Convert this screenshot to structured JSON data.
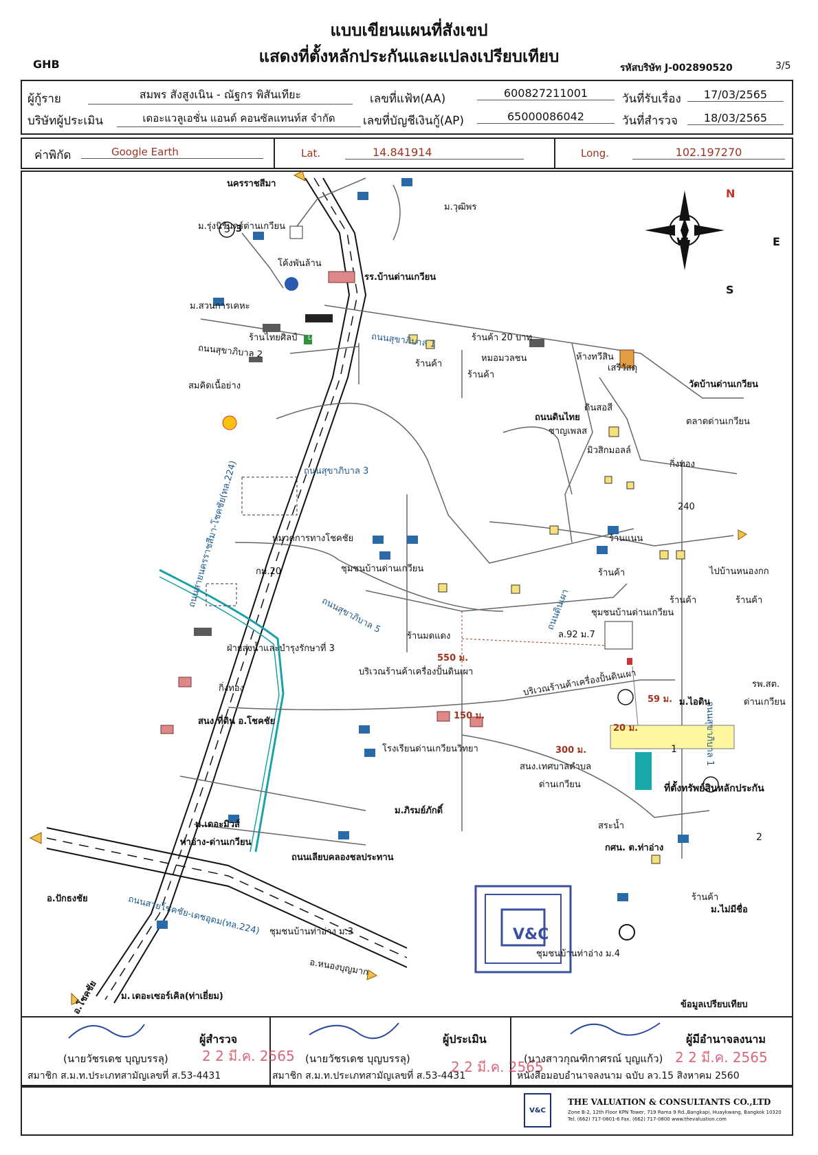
{
  "header": {
    "title_line1": "แบบเขียนแผนที่สังเขป",
    "title_line2": "แสดงที่ตั้งหลักประกันและแปลงเปรียบเทียบ",
    "ghb": "GHB",
    "company_code": "รหัสบริษัท J-002890520",
    "page": "3/5"
  },
  "info": {
    "borrower_label": "ผู้กู้ราย",
    "borrower_value": "สมพร  สังสูงเนิน - ณัฐกร  พิสันเทียะ",
    "file_label": "เลขที่แฟ้ท(AA)",
    "file_value": "600827211001",
    "received_label": "วันที่รับเรื่อง",
    "received_value": "17/03/2565",
    "appraiser_label": "บริษัทผู้ประเมิน",
    "appraiser_value": "เดอะแวลูเอชั่น แอนด์ คอนซัลแทนท์ส จำกัด",
    "account_label": "เลขที่บัญชีเงินกู้(AP)",
    "account_value": "65000086042",
    "survey_label": "วันที่สำรวจ",
    "survey_value": "18/03/2565"
  },
  "coords": {
    "label": "ค่าพิกัด",
    "source": "Google Earth",
    "lat_label": "Lat.",
    "lat_value": "14.841914",
    "long_label": "Long.",
    "long_value": "102.197270"
  },
  "compass": {
    "n": "N",
    "s": "S",
    "e": "E",
    "w": "W"
  },
  "map_labels": {
    "nakhon": "นครราชสีมา",
    "vutiporn": "ม.วุฒิพร",
    "rungnirin": "ม.รุ่งนิรันดร์ด่านเกวียน",
    "kong": "โค้งพันล้าน",
    "school": "รร.บ้านด่านเกวียน",
    "suankarn": "ม.สวนการเคหะ",
    "thaisilp": "ร้านไทยศิลป์",
    "lotus": "Lotus",
    "road1": "ถนนสุขาภิบาล 1",
    "shop20": "ร้านค้า 20 บาท",
    "mormuan": "หมอมวลชน",
    "shopA": "ร้านค้า",
    "shopB": "ร้านค้า",
    "twosin": "ห้างทวีสิน",
    "sriwasadu": "เสรีวัสดุ",
    "wat": "วัดบ้านด่านเกวียน",
    "road2": "ถนนสุขาภิบาล 2",
    "somkid": "สมคิดเนื้อย่าง",
    "dinsot": "ดินสอสี",
    "dinthai": "ถนนดินไทย",
    "chanpleng": "ชาญเพลส",
    "market": "ตลาดด่านเกวียน",
    "musicmall": "มิวสิกมอลล์",
    "kingthong1": "กิ่งทอง",
    "road3": "ถนนสุขาภิบาล 3",
    "n240": "240",
    "shopnaen": "ร้านแนน",
    "highway": "ถนนสายนครราชสีมา-โชคชัย(ทล.224)",
    "transport": "หมวดการทางโชคชัย",
    "km20": "กม.20",
    "community1": "ชุมชนบ้านด่านเกวียน",
    "shopC": "ร้านค้า",
    "tonongkok": "ไปบ้านหนองกก",
    "shopD": "ร้านค้า",
    "shopE": "ร้านค้า",
    "road5": "ถนนสุขาภิบาล 5",
    "dinpao": "ถนนดินเผา",
    "community2": "ชุมชนบ้านด่านเกวียน",
    "momdaeng": "ร้านมดแดง",
    "l92": "ล.92 ม.7",
    "irrigation": "ฝ่ายส่งน้ำและบำรุงรักษาที่ 3",
    "d550": "550 ม.",
    "pottery1": "บริเวณร้านค้าเครื่องปั้นดินเผา",
    "pottery2": "บริเวณร้านค้าเครื่องปั้นดินเผา",
    "road1b": "ถนนสุขาภิบาล 1",
    "rph": "รพ.สต.",
    "rph2": "ด่านเกวียน",
    "kingthong2": "กิ่งทอง",
    "d59": "59 ม.",
    "maidin": "ม.ไอดิน",
    "d150": "150 ม.",
    "d20": "20 ม.",
    "landoffice": "สนง.ที่ดิน อ.โชคชัย",
    "d300": "300 ม.",
    "school2": "โรงเรียนด่านเกวียนวิทยา",
    "municipal1": "สนง.เทศบาลตำบล",
    "municipal2": "ด่านเกวียน",
    "collateral": "ที่ตั้งทรัพย์สินหลักประกัน",
    "pirom": "ม.ภิรมย์ภักดิ์",
    "themiss1": "ม.เดอะมิวส์",
    "themiss2": "ท่าอ่าง-ด่านเกวียน",
    "pond": "สระน้ำ",
    "kso": "กศน. ต.ท่าอ่าง",
    "canalroad": "ถนนเลียบคลองชลประทาน",
    "pakthong": "อ.ปักธงชัย",
    "shopF": "ร้านค้า",
    "noname": "ม.ไม่มีชื่อ",
    "choklong": "ถนนสายโชคชัย-เดชอุดม(ทล.224)",
    "thaang3": "ชุมชนบ้านท่าอ่าง ม.3",
    "thaang4": "ชุมชนบ้านท่าอ่าง ม.4",
    "nongbun": "อ.หนองบุญมาก",
    "chokchai": "อ.โชคชัย",
    "circle": "เดอะเซอร์เคิล(ท่าเยี่ยม)",
    "circle_m": "ม.",
    "compare_legend": "ข้อมูลเปรียบเทียบ",
    "m1": "1",
    "m2": "2",
    "m3": "3"
  },
  "signatures": {
    "surveyor_title": "ผู้สำรวจ",
    "surveyor_name": "(นายวัชรเดช  บุญบรรลุ)",
    "surveyor_member": "สมาชิก ส.ม.ท.ประเภทสามัญเลขที่ ส.53-4431",
    "appraiser_title": "ผู้ประเมิน",
    "appraiser_name": "(นายวัชรเดช  บุญบรรลุ)",
    "appraiser_member": "สมาชิก ส.ม.ท.ประเภทสามัญเลขที่ ส.53-4431",
    "signer_title": "ผู้มีอำนาจลงนาม",
    "signer_name": "(นางสาวกุณฑิกาศรณ์  บุญแก้ว)",
    "signer_doc": "หนังสือมอบอำนาจลงนาม ฉบับ ลว.15 สิงหาคม 2560",
    "stamp_date1": "2 2 มี.ค. 2565",
    "stamp_date2": "2 2 มี.ค. 2565",
    "stamp_date3": "2 2 มี.ค. 2565",
    "stamp_logo": "V&C"
  },
  "footer": {
    "company": "THE VALUATION & CONSULTANTS CO.,LTD",
    "addr1": "Zone B-2, 12th Floor KPN Tower, 719 Rama 9 Rd.,Bangkapi, Huaykwang, Bangkok 10320",
    "addr2": "Tel. (662) 717-0801-6 Fax. (662) 717-0800 www.thevaluation.com",
    "logo": "V&C"
  },
  "colors": {
    "road_blue": "#1d5a8c",
    "canal": "#19a0a8",
    "distance_red": "#a0331f",
    "callout": "#fff7a0",
    "stamp_blue": "#3a4fa0",
    "stamp_red": "#d04058"
  }
}
